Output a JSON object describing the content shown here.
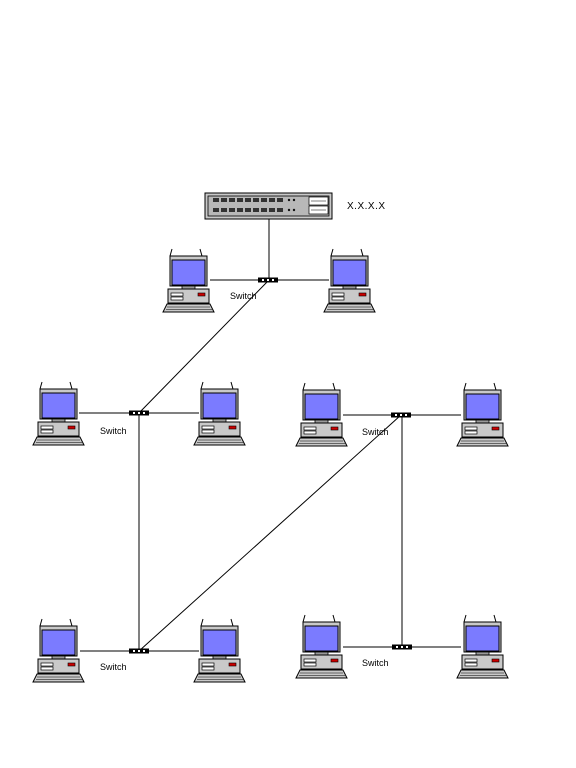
{
  "diagram": {
    "router_label": "X.X.X.X",
    "switch_label": "Switch",
    "switch_count": 5,
    "computer_count": 10,
    "colors": {
      "screen": "#7b7bff",
      "case": "#c9c9c9",
      "line": "#000000",
      "led": "#cc0000"
    }
  }
}
